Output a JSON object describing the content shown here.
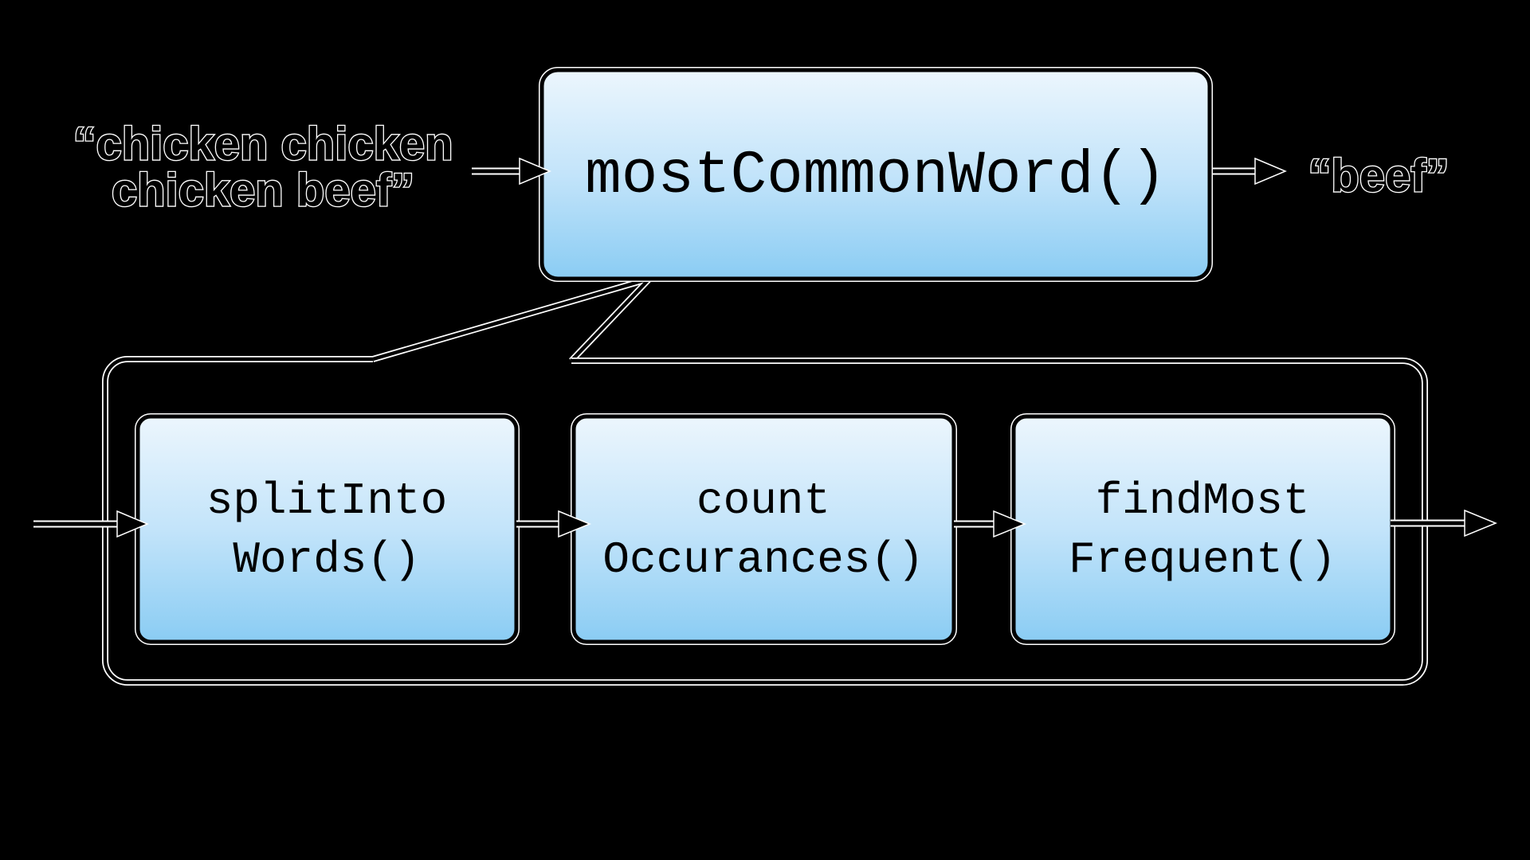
{
  "colors": {
    "background": "#000000",
    "box_gradient_top": "#ecf6fd",
    "box_gradient_mid": "#c3e4fa",
    "box_gradient_bottom": "#8accf3",
    "box_border": "#000000",
    "outline_stroke": "#ffffff"
  },
  "main_flow": {
    "input_label_line1": "“chicken chicken",
    "input_label_line2": "chicken beef”",
    "function_label": "mostCommonWord()",
    "output_label": "“beef”"
  },
  "decomposition": {
    "steps": [
      {
        "label_line1": "splitInto",
        "label_line2": "Words()"
      },
      {
        "label_line1": "count",
        "label_line2": "Occurances()"
      },
      {
        "label_line1": "findMost",
        "label_line2": "Frequent()"
      }
    ]
  }
}
